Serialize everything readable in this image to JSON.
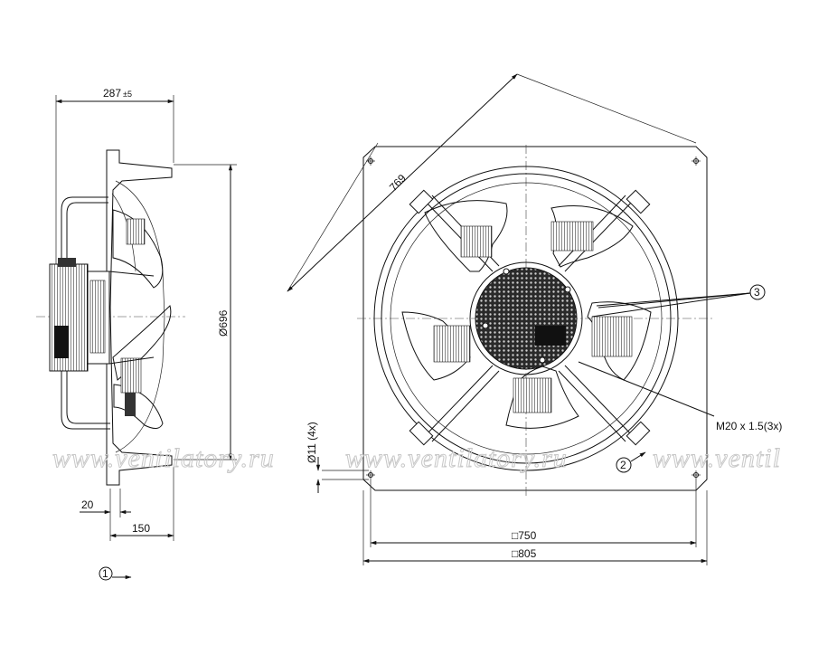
{
  "dimensions": {
    "depth_total": "287",
    "depth_tolerance": "±5",
    "diameter": "Ø696",
    "flange_thickness": "20",
    "hub_depth": "150",
    "diagonal": "769",
    "hole_diameter": "Ø11 (4x)",
    "hole_pitch": "□750",
    "plate_size": "□805",
    "thread": "M20 x 1.5(3x)"
  },
  "callouts": {
    "c1": "1",
    "c2": "2",
    "c3": "3"
  },
  "watermark": {
    "left": "www.ventilatory.ru",
    "middle": "www.ventilatory.ru",
    "right": "www.ventil"
  },
  "colors": {
    "line": "#111111",
    "watermark": "#c8c8c8",
    "motor": "#2a2a2a"
  }
}
